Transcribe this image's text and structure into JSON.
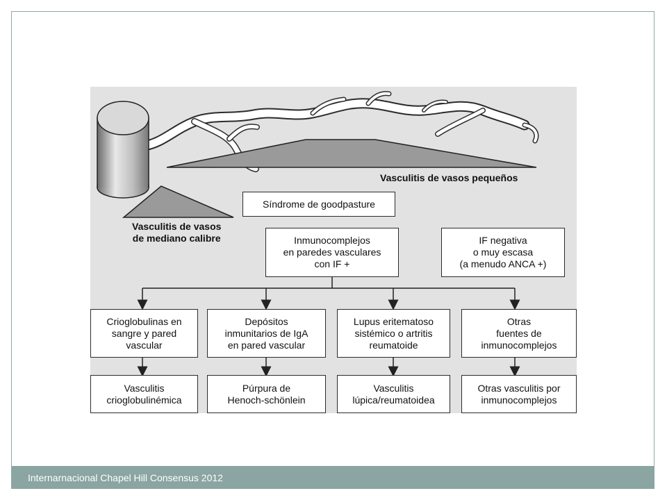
{
  "footer": {
    "text": "Internarnacional Chapel Hill Consensus 2012"
  },
  "diagram": {
    "small_vessels_label": "Vasculitis de vasos pequeños",
    "medium_vessels_label": "Vasculitis de vasos\nde mediano calibre",
    "goodpasture": "Síndrome de goodpasture",
    "immunocomplexes": "Inmunocomplejos\nen paredes vasculares\ncon IF +",
    "if_negative": "IF negativa\no muy escasa\n(a menudo ANCA +)",
    "causes": [
      "Crioglobulinas en\nsangre y pared\nvascular",
      "Depósitos\ninmunitarios de IgA\nen pared vascular",
      "Lupus eritematoso\nsistémico o artritis\nreumatoide",
      "Otras\nfuentes de\ninmunocomplejos"
    ],
    "outcomes": [
      "Vasculitis\ncrioglobulinémica",
      "Púrpura de\nHenoch-schönlein",
      "Vasculitis\nlúpica/reumatoidea",
      "Otras vasculitis por\ninmunocomplejos"
    ]
  },
  "colors": {
    "panel_background": "#e2e2e2",
    "footer_bar": "#8aa5a2",
    "triangle_fill": "#9a9a9a"
  }
}
